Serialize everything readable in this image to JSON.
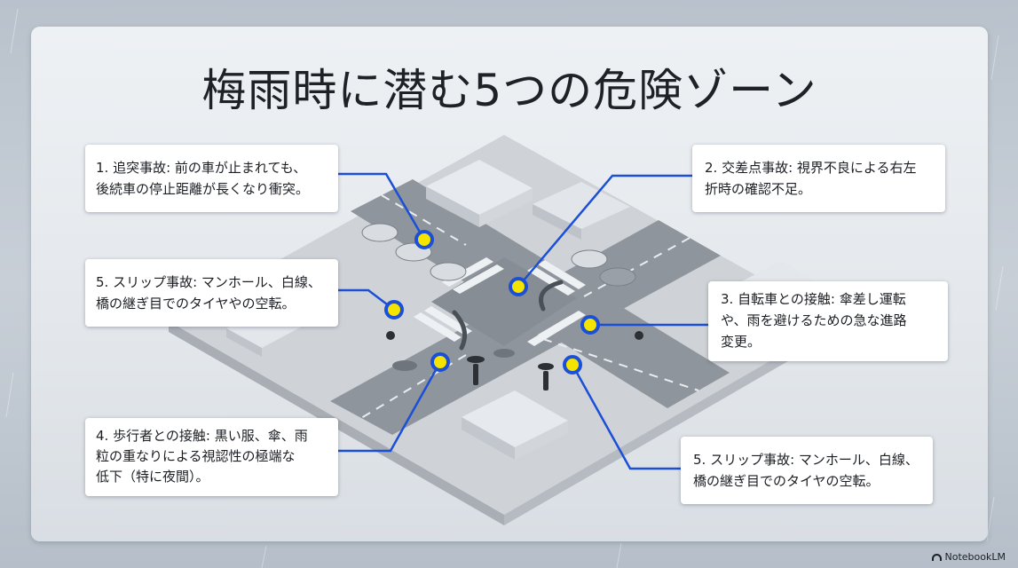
{
  "title": "梅雨時に潜む5つの危険ゾーン",
  "callouts": [
    {
      "id": "rear-end",
      "lines": [
        "1. 追突事故: 前の車が止まれても、",
        "後続車の停止距離が長くなり衝突。"
      ]
    },
    {
      "id": "intersection",
      "lines": [
        "2. 交差点事故: 視界不良による右左",
        "折時の確認不足。"
      ]
    },
    {
      "id": "bicycle",
      "lines": [
        "3. 自転車との接触: 傘差し運転",
        "や、雨を避けるための急な進路",
        "変更。"
      ]
    },
    {
      "id": "pedestrian",
      "lines": [
        "4. 歩行者との接触: 黒い服、傘、雨",
        "粒の重なりによる視認性の極端な",
        "低下（特に夜間）。"
      ]
    },
    {
      "id": "slip-right",
      "lines": [
        "5. スリップ事故: マンホール、白線、",
        "橋の継ぎ目でのタイヤの空転。"
      ]
    },
    {
      "id": "slip-left",
      "lines": [
        "5. スリップ事故: マンホール、白線、",
        "橋の継ぎ目でのタイヤやの空転。"
      ]
    }
  ],
  "colors": {
    "accent": "#1a4fd6",
    "marker": "#f5e400"
  },
  "brand": "NotebookLM"
}
